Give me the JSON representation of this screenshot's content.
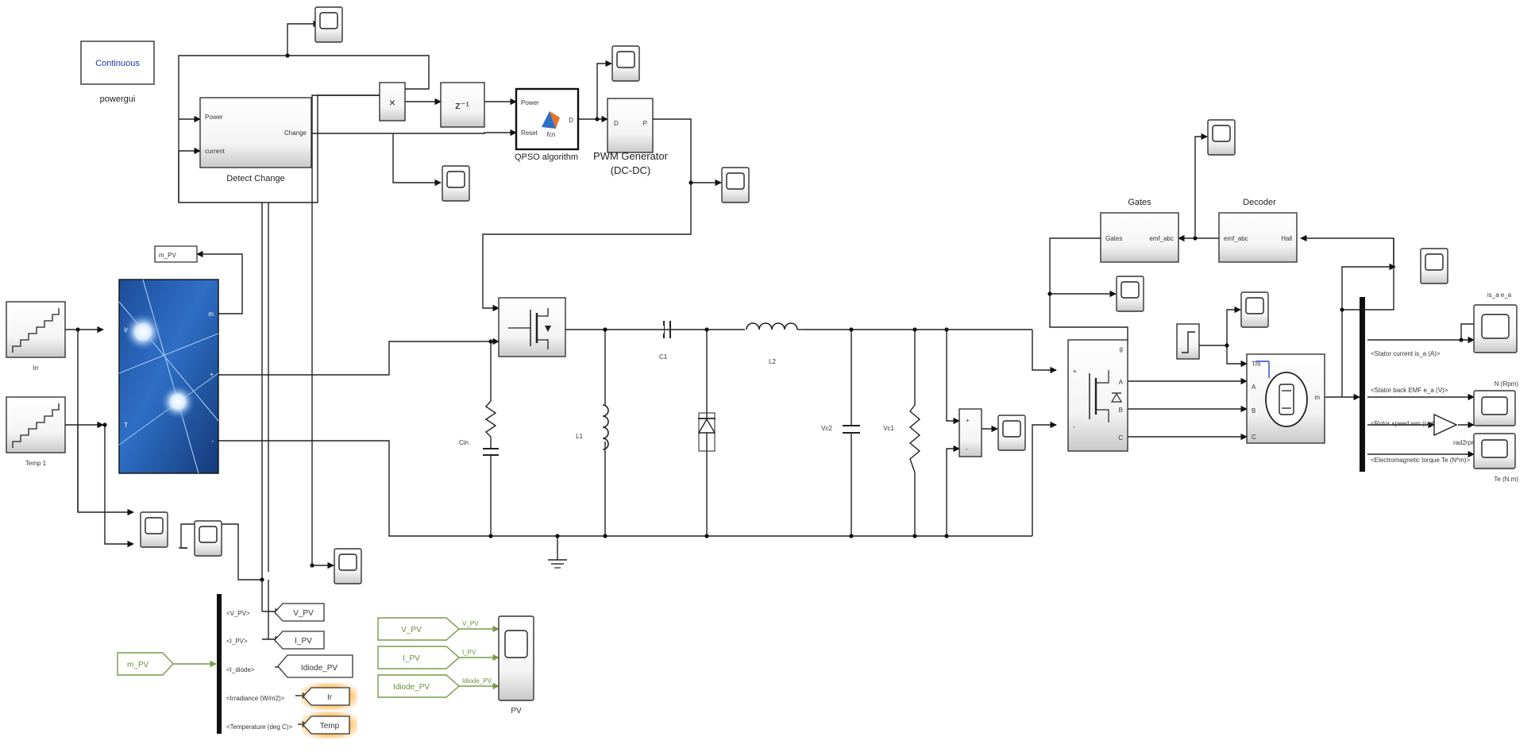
{
  "powergui": {
    "block_text": "Continuous",
    "caption": "powergui"
  },
  "detect_change": {
    "caption": "Detect Change",
    "port_power": "Power",
    "port_current": "current",
    "port_change": "Change"
  },
  "mult": {
    "symbol": "×"
  },
  "delay": {
    "symbol": "z⁻¹"
  },
  "qpso": {
    "caption": "QPSO algorithm",
    "port_power": "Power",
    "port_reset": "Reset",
    "port_d": "D",
    "fcn": "fcn"
  },
  "pwm": {
    "caption1": "PWM Generator",
    "caption2": "(DC-DC)",
    "port_d": "D",
    "port_p": "P"
  },
  "ramps": {
    "irr_caption": "Irr",
    "temp_caption": "Temp 1"
  },
  "pv_panel": {
    "port_m": "m",
    "port_plus": "+",
    "port_minus": "-",
    "port_t": "T",
    "port_ir": "Ir"
  },
  "goto_m_pv": "m_PV",
  "components": {
    "cin": "Cin",
    "c1": "C1",
    "l2": "L2",
    "l1": "L1",
    "vc2": "Vc2",
    "vc1": "Vc1"
  },
  "bus_selector": {
    "signals": [
      "<V_PV>",
      "<I_PV>",
      "<I_diode>",
      "<Irradiance (W/m2)>",
      "<Temperature (deg C)>"
    ]
  },
  "goto_tags": [
    "V_PV",
    "I_PV",
    "Idiode_PV",
    "Ir",
    "Temp"
  ],
  "from_m_pv": "m_PV",
  "from_tags": [
    {
      "tag": "V_PV",
      "port": "V_PV"
    },
    {
      "tag": "I_PV",
      "port": "I_PV"
    },
    {
      "tag": "Idiode_PV",
      "port": "Idiode_PV"
    }
  ],
  "pv_scope": {
    "caption": "PV"
  },
  "gates": {
    "caption": "Gates",
    "port_gates": "Gates",
    "port_emf": "emf_abc"
  },
  "decoder": {
    "caption": "Decoder",
    "port_emf": "emf_abc",
    "port_hall": "Hall"
  },
  "inverter": {
    "port_g": "g",
    "port_plus": "+",
    "port_minus": "-",
    "port_a": "A",
    "port_b": "B",
    "port_c": "C"
  },
  "motor": {
    "port_tm": "Tm",
    "port_a": "A",
    "port_b": "B",
    "port_c": "C",
    "port_m": "m"
  },
  "motor_bus": {
    "signals": [
      "<Stator current is_a (A)>",
      "<Stator back EMF e_a (V)>",
      "<Rotor speed wm (rad/s)>",
      "<Electromagnetic torque Te (N*m)>"
    ]
  },
  "motor_scopes": {
    "top": "is_a e_a",
    "rad2rpm": "rad2rpm",
    "n": "N (Rpm)",
    "te": "Te (N.m)"
  }
}
